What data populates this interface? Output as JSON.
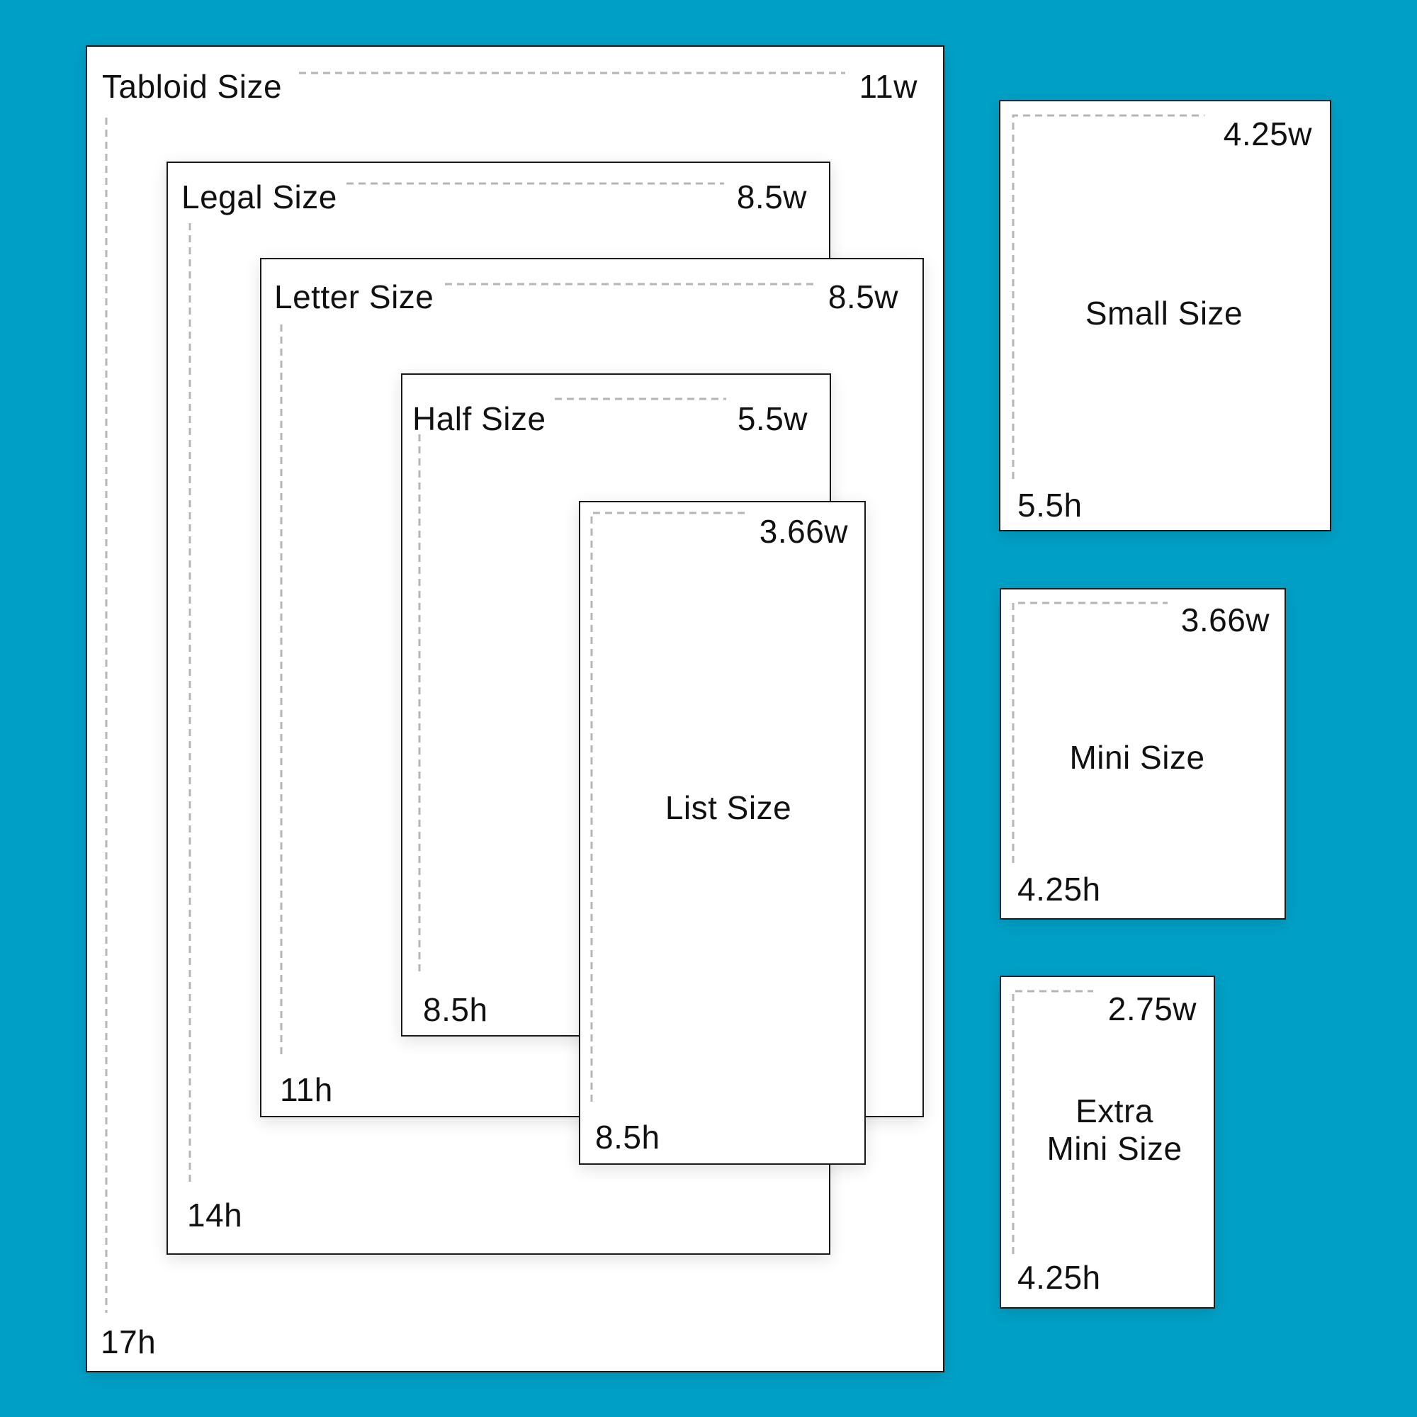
{
  "background_color": "#00a0c6",
  "dash_color": "#b5b5b5",
  "sizes": {
    "tabloid": {
      "title": "Tabloid Size",
      "width": "11w",
      "height": "17h"
    },
    "legal": {
      "title": "Legal Size",
      "width": "8.5w",
      "height": "14h"
    },
    "letter": {
      "title": "Letter Size",
      "width": "8.5w",
      "height": "11h"
    },
    "half": {
      "title": "Half Size",
      "width": "5.5w",
      "height": "8.5h"
    },
    "list": {
      "title": "List Size",
      "width": "3.66w",
      "height": "8.5h"
    },
    "small": {
      "title": "Small Size",
      "width": "4.25w",
      "height": "5.5h"
    },
    "mini": {
      "title": "Mini Size",
      "width": "3.66w",
      "height": "4.25h"
    },
    "extra_mini": {
      "title_line1": "Extra",
      "title_line2": "Mini Size",
      "width": "2.75w",
      "height": "4.25h"
    }
  }
}
